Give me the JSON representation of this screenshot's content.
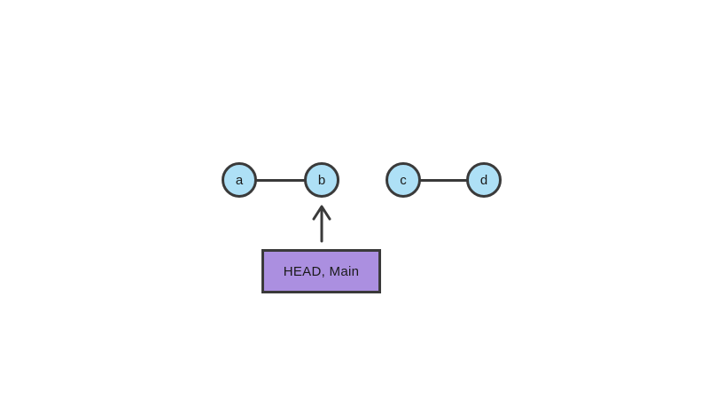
{
  "diagram": {
    "type": "git-commit-graph",
    "nodes": [
      {
        "id": "a",
        "label": "a"
      },
      {
        "id": "b",
        "label": "b"
      },
      {
        "id": "c",
        "label": "c"
      },
      {
        "id": "d",
        "label": "d"
      }
    ],
    "edges": [
      {
        "from": "a",
        "to": "b"
      },
      {
        "from": "c",
        "to": "d"
      }
    ],
    "pointer": {
      "label": "HEAD, Main",
      "target": "b"
    },
    "colors": {
      "background": "#ffffff",
      "node_fill": "#aee0f6",
      "node_stroke": "#3a3a3a",
      "edge_color": "#3a3a3a",
      "pointer_fill": "#ab8fe0",
      "pointer_border": "#3a3a3a",
      "text": "#1a1a1a"
    }
  }
}
